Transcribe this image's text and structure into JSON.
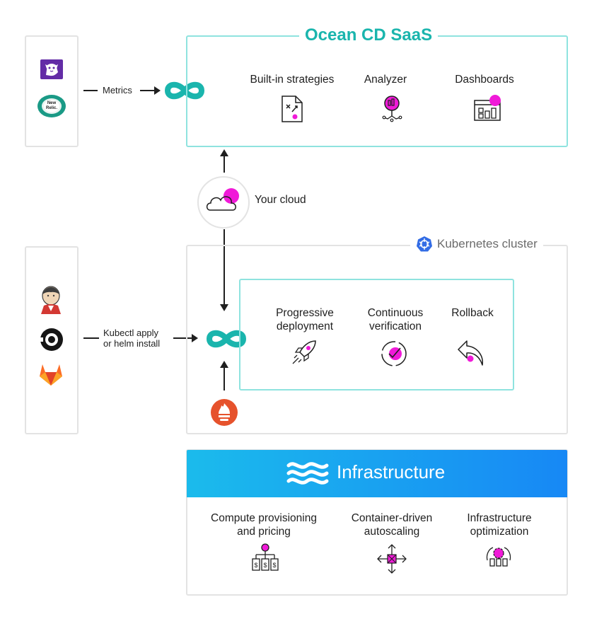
{
  "saas": {
    "title": "Ocean CD SaaS",
    "items": [
      {
        "label": "Built-in strategies",
        "icon": "strategy-document-icon"
      },
      {
        "label": "Analyzer",
        "icon": "analyzer-magnifier-icon"
      },
      {
        "label": "Dashboards",
        "icon": "dashboard-window-icon"
      }
    ]
  },
  "metrics": {
    "label": "Metrics",
    "providers": [
      {
        "name": "Datadog",
        "icon": "datadog-logo-icon"
      },
      {
        "name": "New Relic.",
        "icon": "new-relic-logo-icon",
        "text": "New Relic."
      }
    ]
  },
  "cloud": {
    "label": "Your cloud",
    "icon": "cloud-icon"
  },
  "cluster": {
    "title": "Kubernetes cluster",
    "items": [
      {
        "label_line1": "Progressive",
        "label_line2": "deployment",
        "icon": "rocket-icon"
      },
      {
        "label_line1": "Continuous",
        "label_line2": "verification",
        "icon": "verification-check-icon"
      },
      {
        "label_line1": "Rollback",
        "label_line2": "",
        "icon": "rollback-arrow-icon"
      }
    ]
  },
  "ci": {
    "label_line1": "Kubectl apply",
    "label_line2": "or helm install",
    "tools": [
      {
        "name": "Jenkins",
        "icon": "jenkins-logo-icon"
      },
      {
        "name": "CircleCI",
        "icon": "circleci-logo-icon"
      },
      {
        "name": "GitLab",
        "icon": "gitlab-logo-icon"
      }
    ]
  },
  "prometheus": {
    "icon": "prometheus-logo-icon"
  },
  "infrastructure": {
    "title": "Infrastructure",
    "items": [
      {
        "label_line1": "Compute provisioning",
        "label_line2": "and pricing",
        "icon": "compute-pricing-icon"
      },
      {
        "label_line1": "Container-driven",
        "label_line2": "autoscaling",
        "icon": "autoscaling-arrows-icon"
      },
      {
        "label_line1": "Infrastructure",
        "label_line2": "optimization",
        "icon": "optimization-gear-icon"
      }
    ]
  },
  "colors": {
    "teal": "#1ab5ad",
    "teal_border": "#8fe3df",
    "magenta": "#f01ad8",
    "grey_border": "#e3e3e3",
    "infra_gradient_start": "#1bbbec",
    "infra_gradient_end": "#1788f5",
    "kubernetes_blue": "#326ce5"
  }
}
